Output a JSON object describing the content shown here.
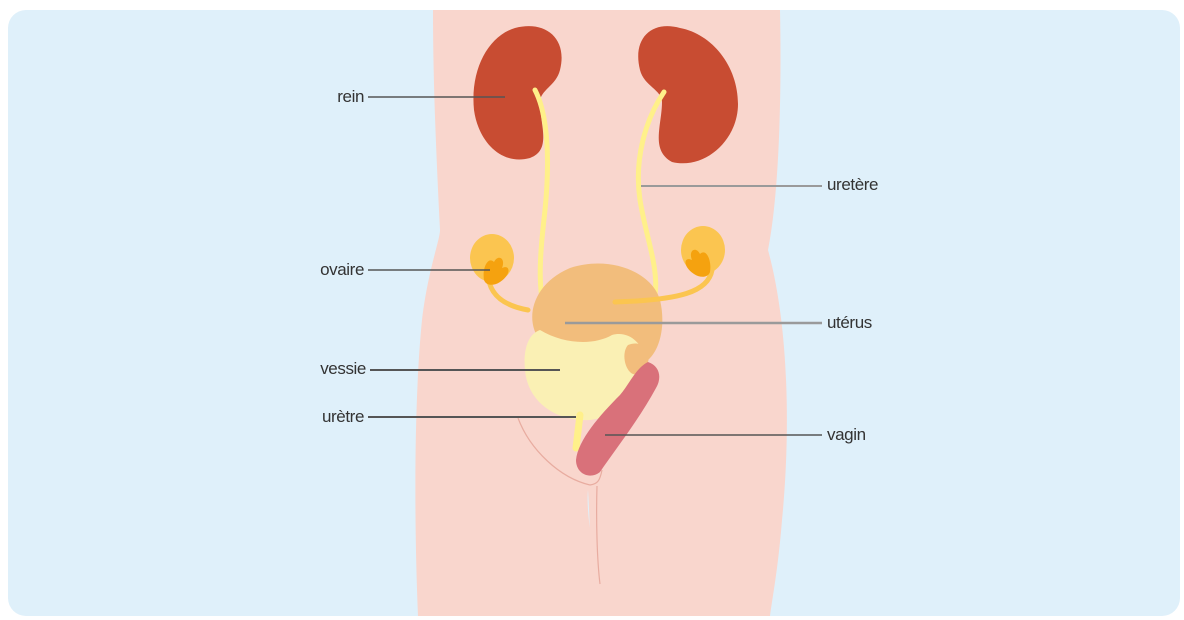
{
  "colors": {
    "background_panel": "#dff0fa",
    "skin": "#f9d6cd",
    "kidney": "#c84c32",
    "ureter": "#fff08a",
    "ovary": "#fbc550",
    "ovary_inner": "#f5a20f",
    "uterus": "#f2bd7c",
    "bladder": "#faf0b4",
    "vagina": "#d9717a",
    "leader_line": "#555555"
  },
  "labels": {
    "rein": "rein",
    "ovaire": "ovaire",
    "vessie": "vessie",
    "uretre": "urètre",
    "uretere": "uretère",
    "uterus": "utérus",
    "vagin": "vagin"
  }
}
